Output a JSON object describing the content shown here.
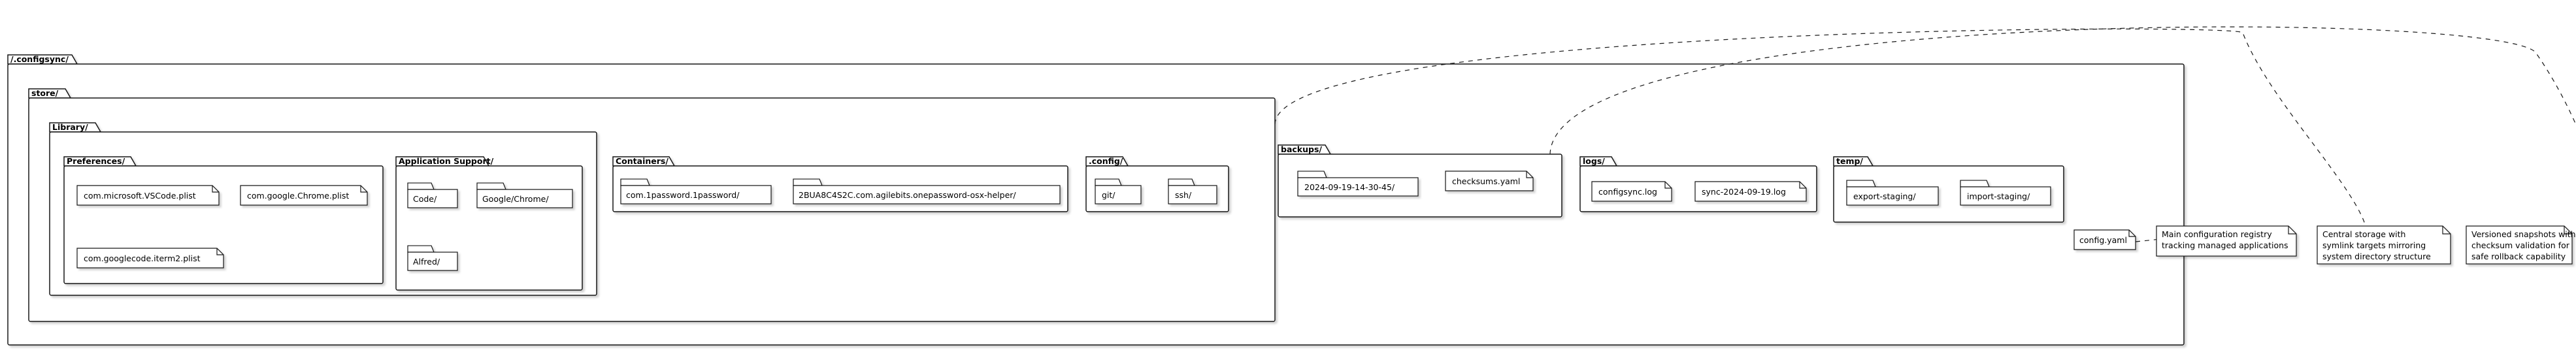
{
  "diagram": {
    "root": {
      "label": "/.configsync/"
    },
    "store": {
      "label": "store/"
    },
    "library": {
      "label": "Library/"
    },
    "preferences": {
      "label": "Preferences/",
      "files": [
        "com.microsoft.VSCode.plist",
        "com.google.Chrome.plist",
        "com.googlecode.iterm2.plist"
      ]
    },
    "app_support": {
      "label": "Application Support/",
      "folders": [
        "Code/",
        "Google/Chrome/",
        "Alfred/"
      ]
    },
    "containers": {
      "label": "Containers/",
      "folders": [
        "com.1password.1password/",
        "2BUA8C4S2C.com.agilebits.onepassword-osx-helper/"
      ]
    },
    "config_dir": {
      "label": ".config/",
      "folders": [
        "git/",
        "ssh/"
      ]
    },
    "backups": {
      "label": "backups/",
      "folders": [
        "2024-09-19-14-30-45/"
      ],
      "files": [
        "checksums.yaml"
      ]
    },
    "logs": {
      "label": "logs/",
      "files": [
        "configsync.log",
        "sync-2024-09-19.log"
      ]
    },
    "temp": {
      "label": "temp/",
      "folders": [
        "export-staging/",
        "import-staging/"
      ]
    },
    "config_file": {
      "label": "config.yaml"
    },
    "notes": {
      "config_note": [
        "Main configuration registry",
        "tracking managed applications"
      ],
      "store_note": [
        "Central storage with",
        "symlink targets mirroring",
        "system directory structure"
      ],
      "backups_note": [
        "Versioned snapshots with",
        "checksum validation for",
        "safe rollback capability"
      ]
    }
  }
}
